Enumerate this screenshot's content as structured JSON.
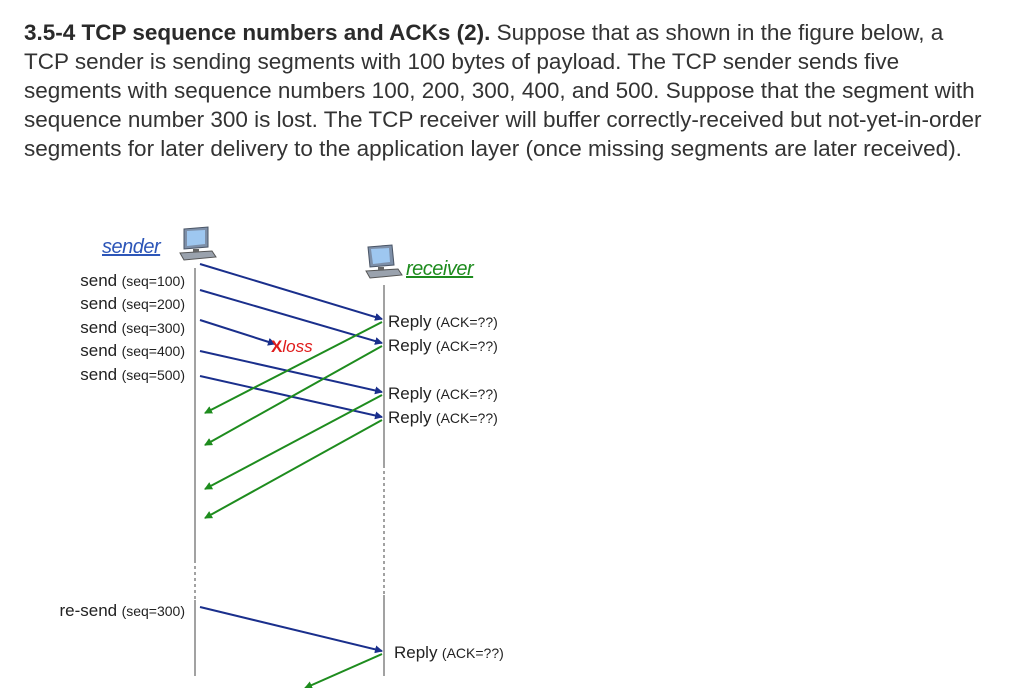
{
  "problem": {
    "title": "3.5-4 TCP sequence numbers and ACKs (2).",
    "body": "Suppose that as shown in the figure below, a TCP sender is sending segments with 100 bytes of payload.  The TCP sender sends five segments with sequence numbers 100, 200, 300, 400, and 500.  Suppose that the segment with sequence number 300 is lost.  The TCP receiver will buffer correctly-received but not-yet-in-order segments for later delivery to the application layer (once missing segments are later received)."
  },
  "diagram": {
    "sender_label": "sender",
    "receiver_label": "receiver",
    "sends": [
      {
        "verb": "send",
        "seq": "(seq=100)"
      },
      {
        "verb": "send",
        "seq": "(seq=200)"
      },
      {
        "verb": "send",
        "seq": "(seq=300)"
      },
      {
        "verb": "send",
        "seq": "(seq=400)"
      },
      {
        "verb": "send",
        "seq": "(seq=500)"
      }
    ],
    "resend": {
      "verb": "re-send",
      "seq": "(seq=300)"
    },
    "loss_mark": "X",
    "loss_label": "loss",
    "replies": [
      {
        "verb": "Reply",
        "ack": "(ACK=??)"
      },
      {
        "verb": "Reply",
        "ack": "(ACK=??)"
      },
      {
        "verb": "Reply",
        "ack": "(ACK=??)"
      },
      {
        "verb": "Reply",
        "ack": "(ACK=??)"
      },
      {
        "verb": "Reply",
        "ack": "(ACK=??)"
      }
    ],
    "colors": {
      "data_arrow": "#1a2f8c",
      "ack_arrow": "#1e8c1e",
      "host_label": "#2d56b8",
      "receiver_label": "#1e8c1e",
      "loss": "#e01b1b"
    }
  }
}
